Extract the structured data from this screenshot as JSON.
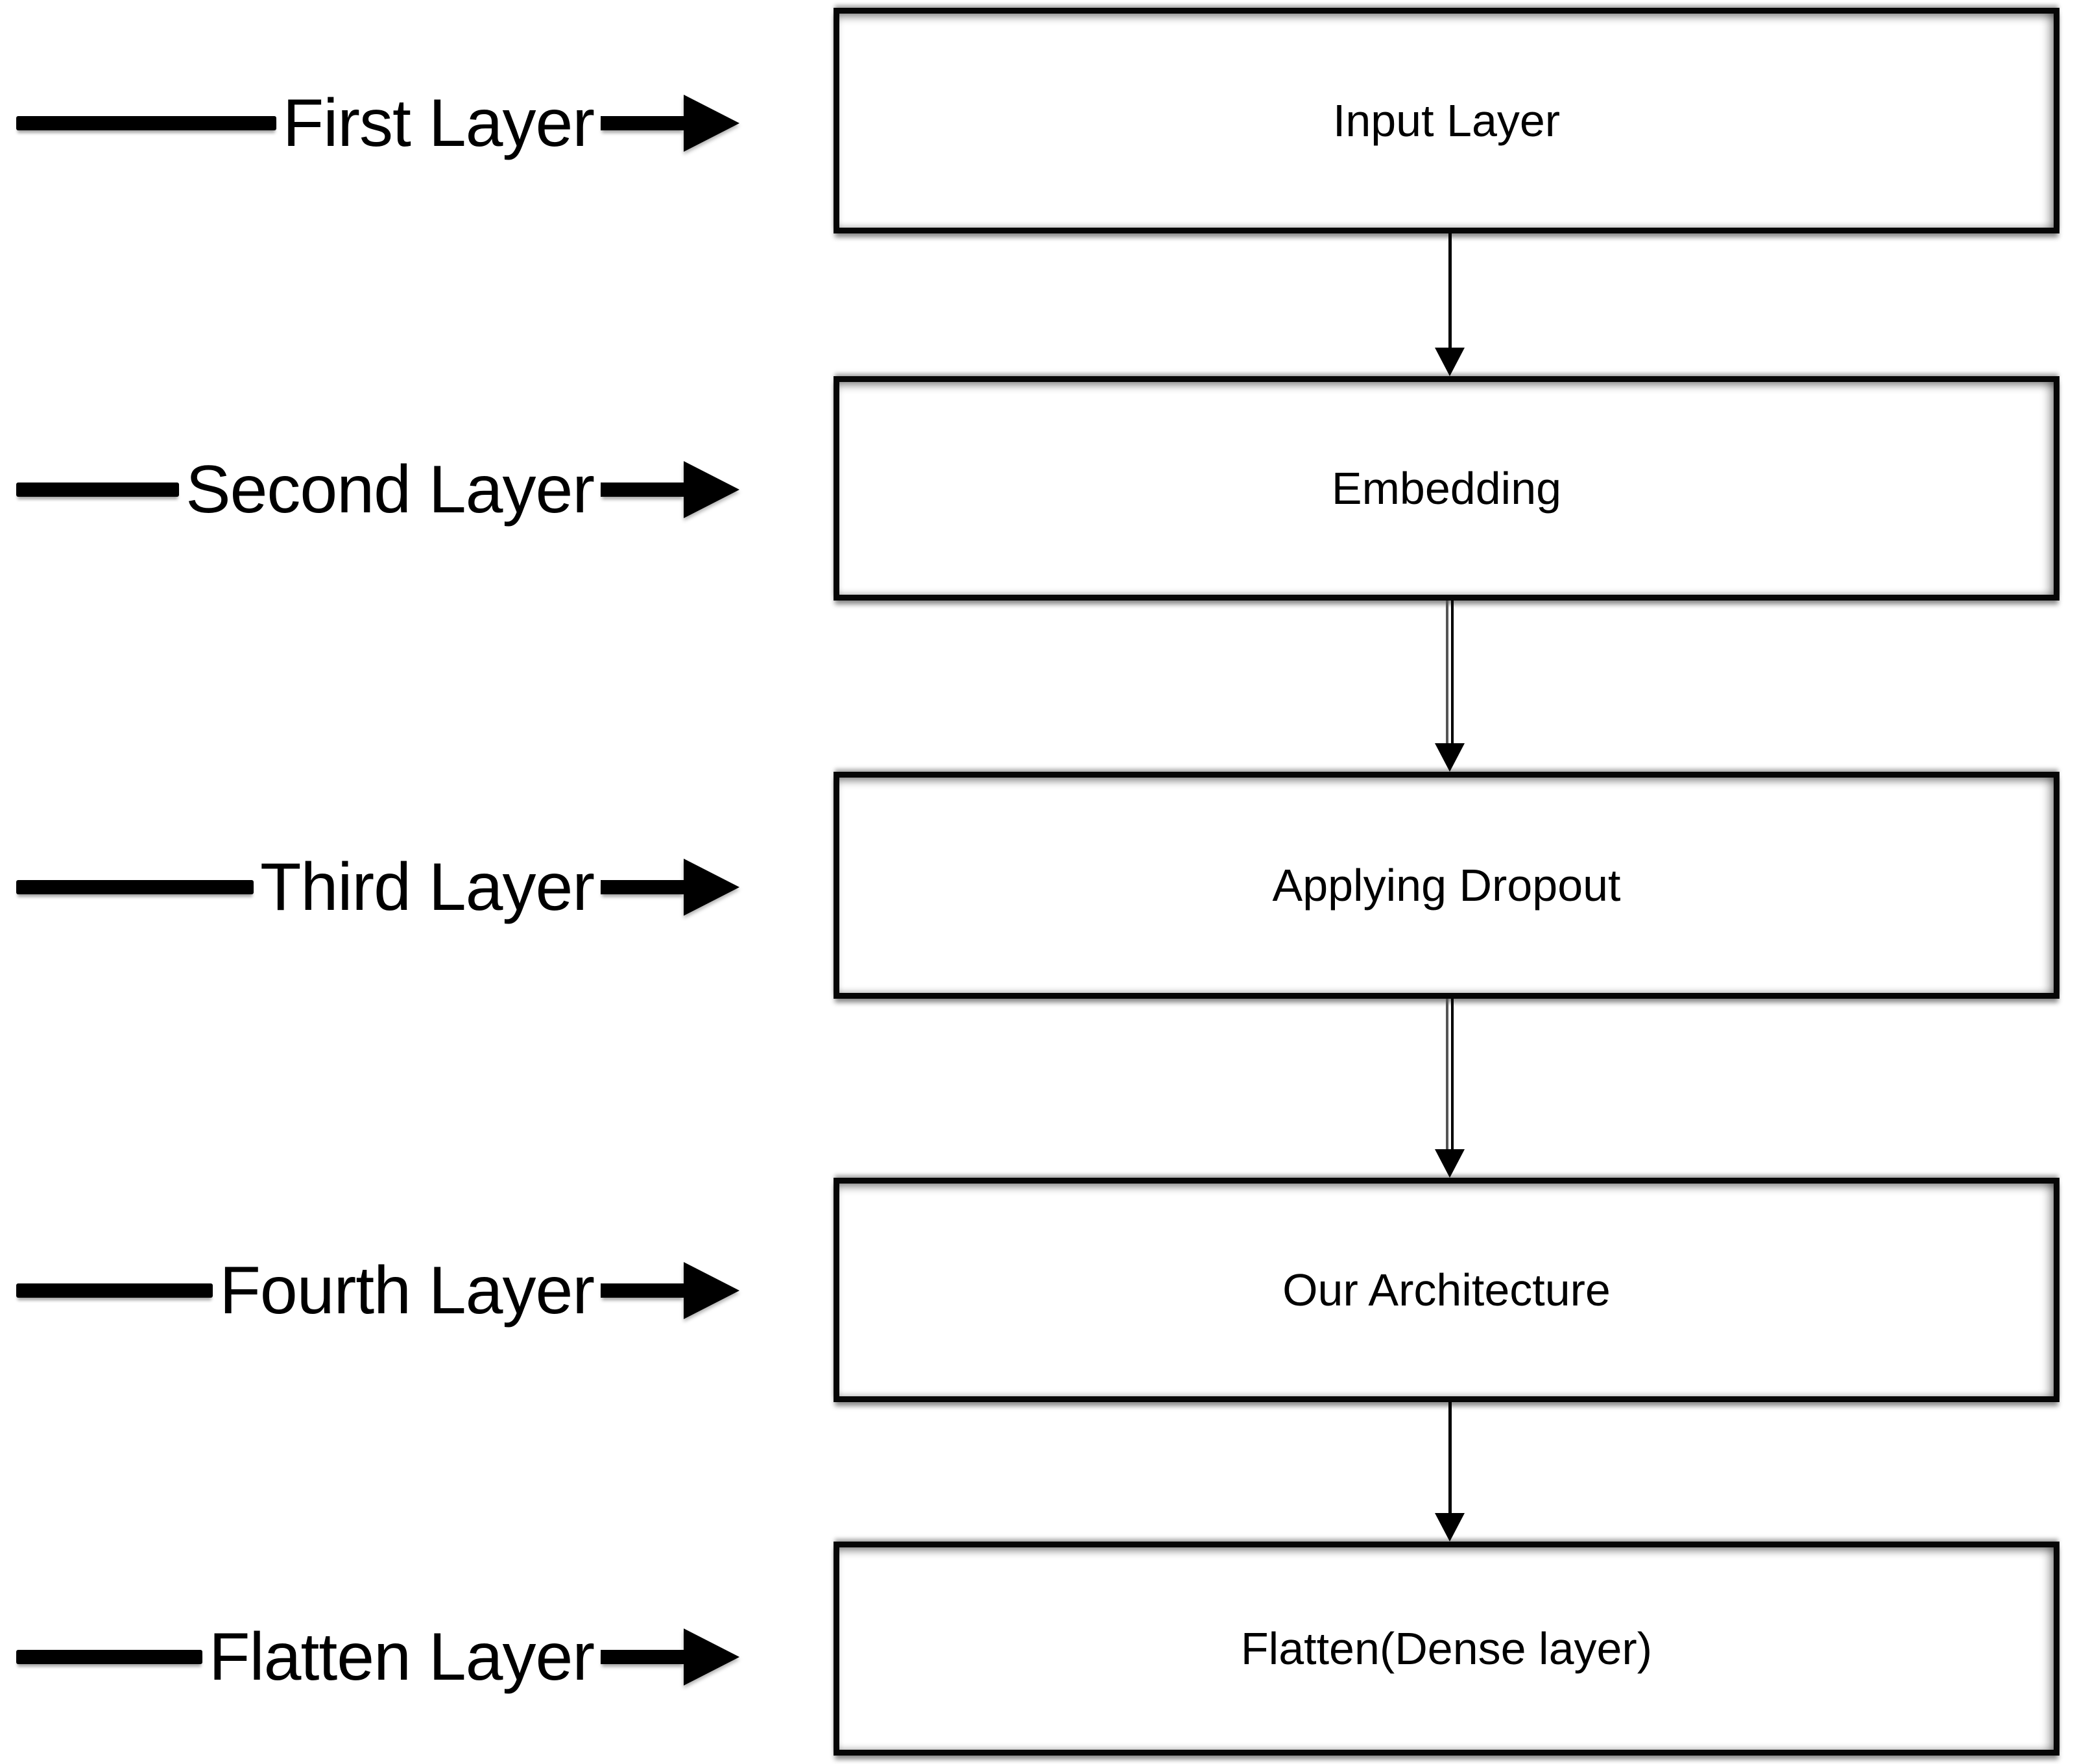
{
  "diagram": {
    "title_hint": "Neural network layer flow diagram",
    "side_labels": [
      {
        "label": "First Layer"
      },
      {
        "label": "Second Layer"
      },
      {
        "label": "Third Layer"
      },
      {
        "label": "Fourth Layer"
      },
      {
        "label": "Flatten Layer"
      }
    ],
    "boxes": [
      {
        "label": "Input Layer"
      },
      {
        "label": "Embedding"
      },
      {
        "label": "Applying Dropout"
      },
      {
        "label": "Our Architecture"
      },
      {
        "label": "Flatten(Dense layer)"
      }
    ],
    "connector_count": 4
  },
  "colors": {
    "ink": "#000000",
    "paper": "#ffffff"
  },
  "icons": {
    "side_arrow": "right-arrow",
    "connector_arrow": "down-arrow"
  }
}
